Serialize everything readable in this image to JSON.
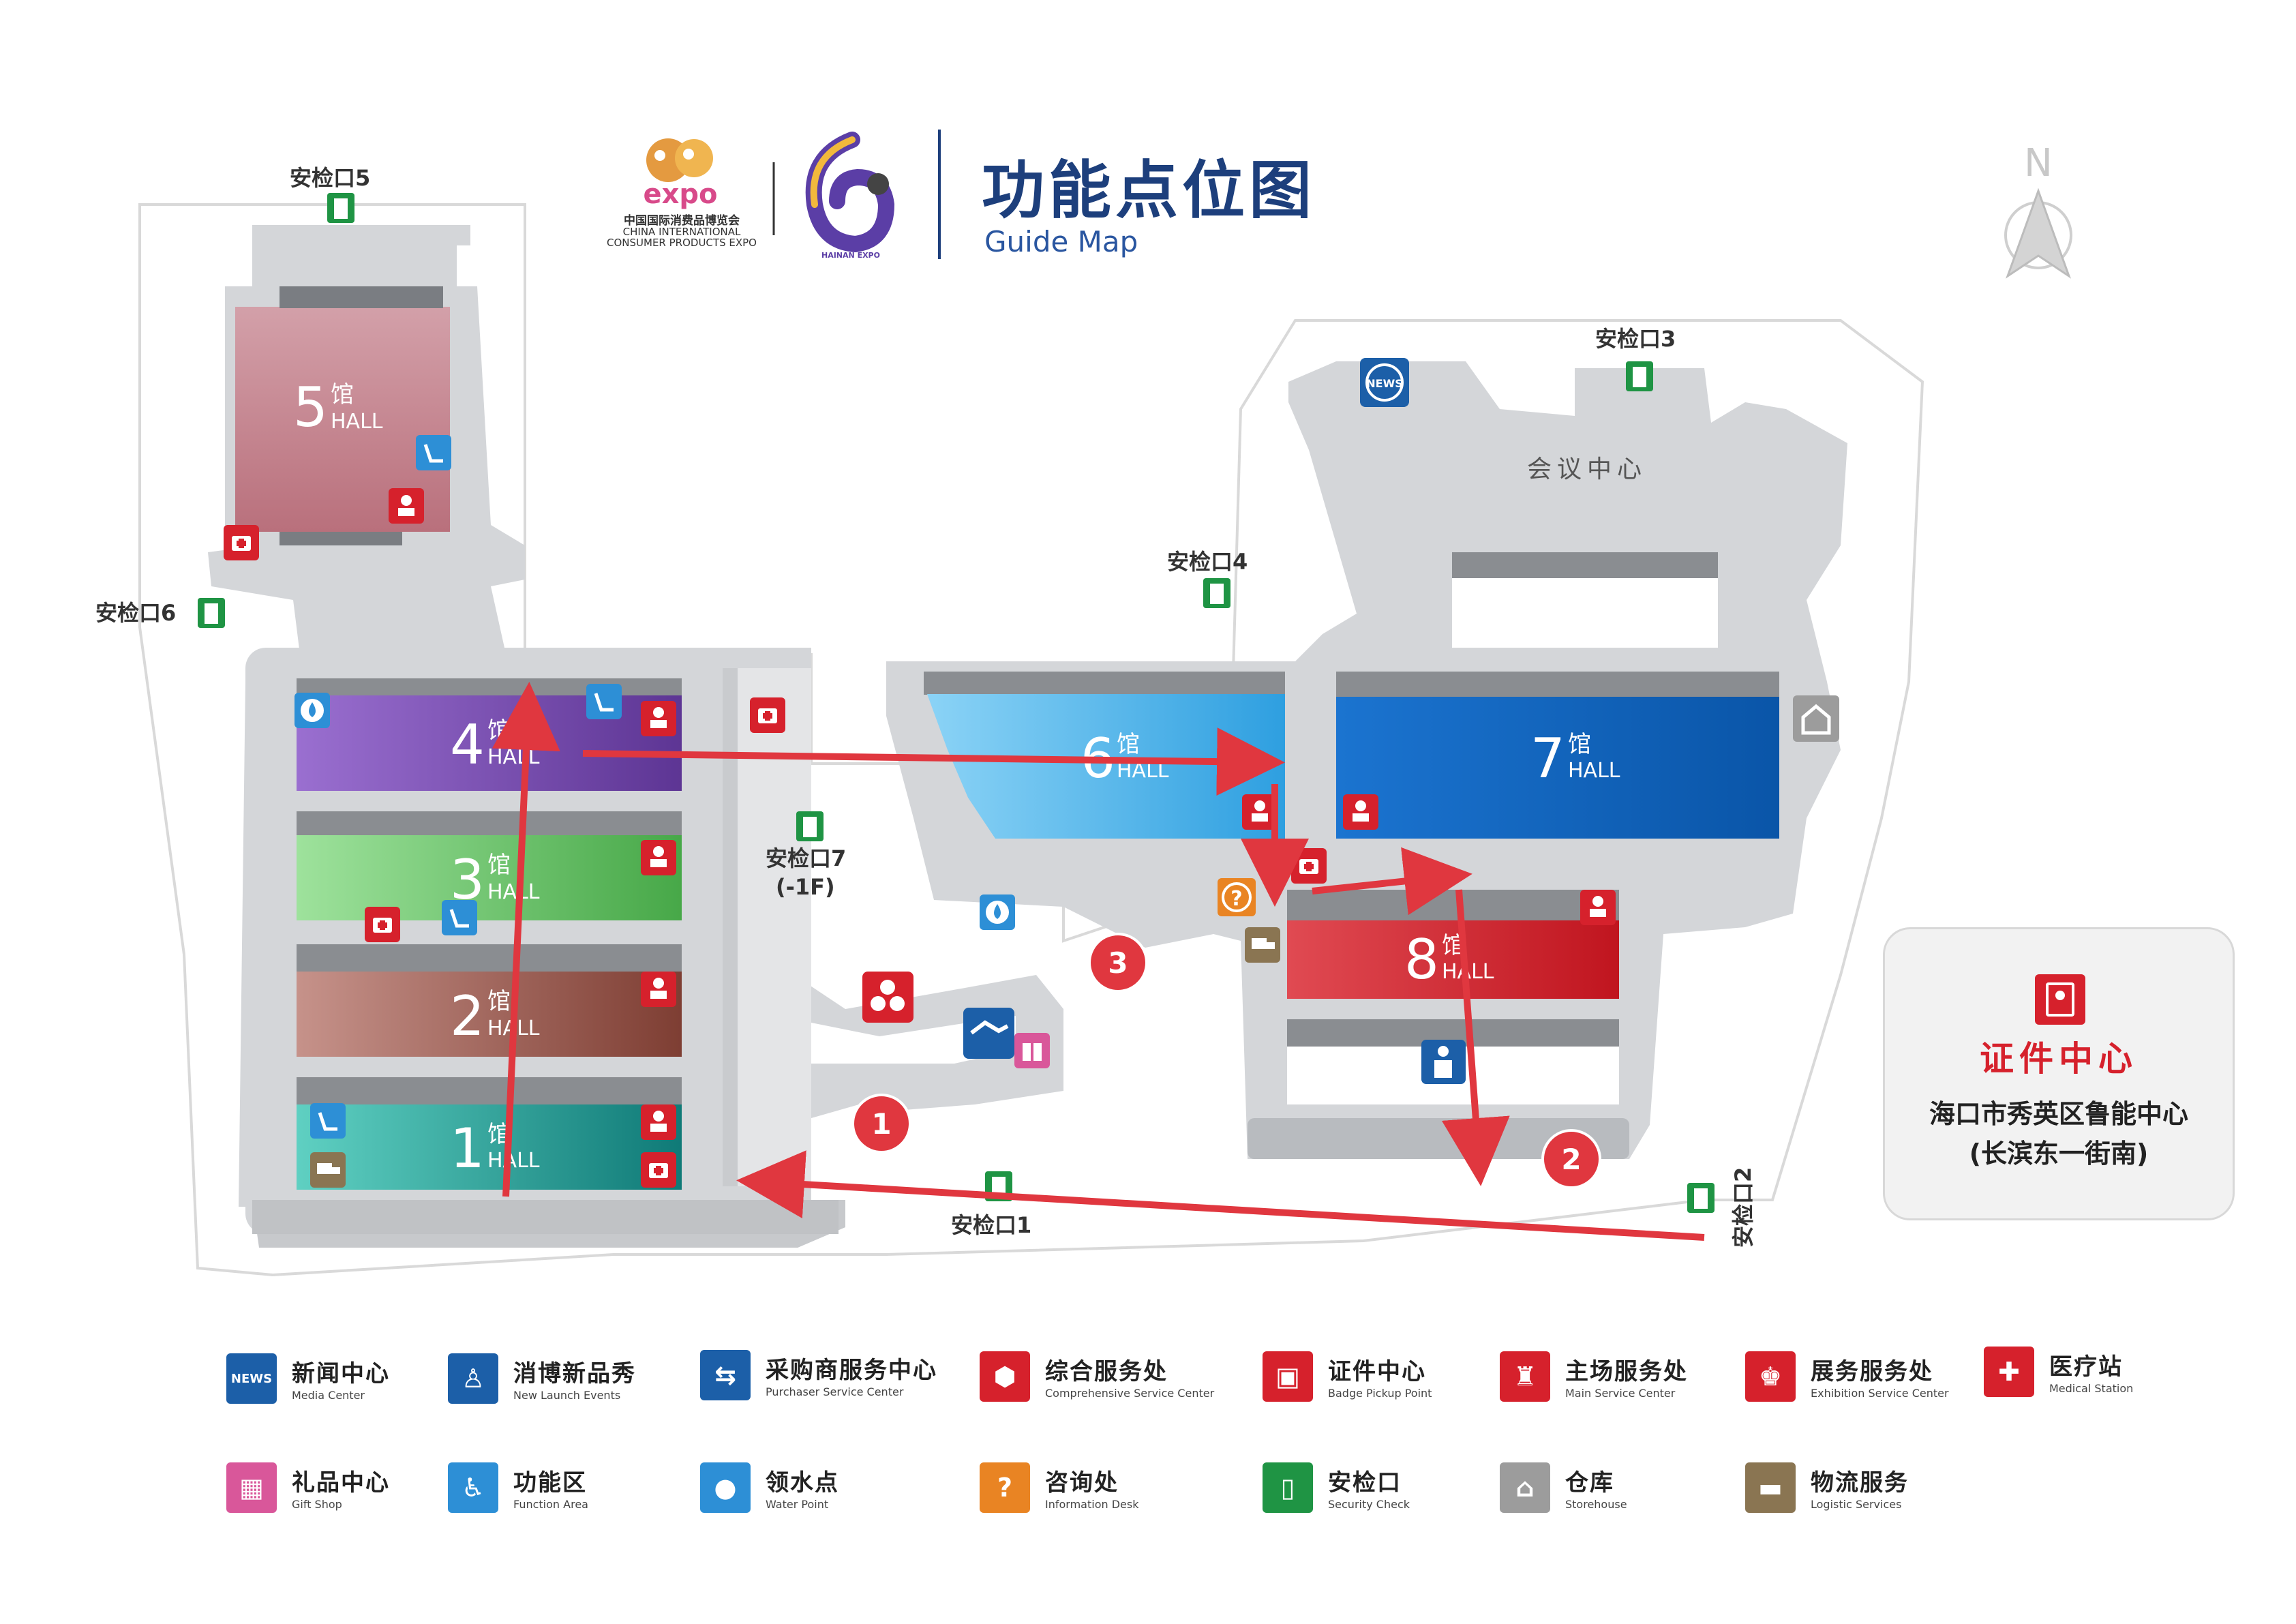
{
  "header": {
    "title_zh": "功能点位图",
    "title_en": "Guide Map",
    "expo_logo_text": "expo",
    "expo_name_zh": "中国国际消费品博览会",
    "expo_name_en_1": "CHINA INTERNATIONAL",
    "expo_name_en_2": "CONSUMER PRODUCTS EXPO",
    "mascot_logo_text": "HAINAN EXPO",
    "north": "N"
  },
  "halls": [
    {
      "num": "5",
      "zh": "馆",
      "en": "HALL",
      "color": "#c98c97"
    },
    {
      "num": "4",
      "zh": "馆",
      "en": "HALL",
      "color": "#7b4fb6"
    },
    {
      "num": "3",
      "zh": "馆",
      "en": "HALL",
      "color": "#5cb85c"
    },
    {
      "num": "2",
      "zh": "馆",
      "en": "HALL",
      "color": "#935d4e"
    },
    {
      "num": "1",
      "zh": "馆",
      "en": "HALL",
      "color": "#22978f"
    },
    {
      "num": "6",
      "zh": "馆",
      "en": "HALL",
      "color": "#5db9ea"
    },
    {
      "num": "7",
      "zh": "馆",
      "en": "HALL",
      "color": "#1468c4"
    },
    {
      "num": "8",
      "zh": "馆",
      "en": "HALL",
      "color": "#cf2a33"
    }
  ],
  "places": {
    "conference": "会议中心"
  },
  "gates": {
    "g1": "安检口1",
    "g2": "安检口2",
    "g3": "安检口3",
    "g4": "安检口4",
    "g5": "安检口5",
    "g6": "安检口6",
    "g7": "安检口7",
    "g7_floor": "(-1F)"
  },
  "markers": [
    "1",
    "2",
    "3"
  ],
  "certificate_center": {
    "title": "证件中心",
    "address_1": "海口市秀英区鲁能中心",
    "address_2": "(长滨东一街南)"
  },
  "legend": [
    {
      "zh": "新闻中心",
      "en": "Media Center",
      "icon": "news-icon",
      "color": "#1c5fa8"
    },
    {
      "zh": "消博新品秀",
      "en": "New Launch Events",
      "icon": "podium-icon",
      "color": "#1c5fa8"
    },
    {
      "zh": "采购商服务中心",
      "en": "Purchaser Service Center",
      "icon": "handshake-icon",
      "color": "#1c5fa8"
    },
    {
      "zh": "综合服务处",
      "en": "Comprehensive Service Center",
      "icon": "hexagons-icon",
      "color": "#d6212c"
    },
    {
      "zh": "证件中心",
      "en": "Badge Pickup Point",
      "icon": "badge-icon",
      "color": "#d6212c"
    },
    {
      "zh": "主场服务处",
      "en": "Main Service Center",
      "icon": "main-service-icon",
      "color": "#d6212c"
    },
    {
      "zh": "展务服务处",
      "en": "Exhibition Service Center",
      "icon": "exhibition-service-icon",
      "color": "#d6212c"
    },
    {
      "zh": "医疗站",
      "en": "Medical Station",
      "icon": "medical-icon",
      "color": "#d6212c"
    },
    {
      "zh": "礼品中心",
      "en": "Gift Shop",
      "icon": "gift-icon",
      "color": "#d9579a"
    },
    {
      "zh": "功能区",
      "en": "Function Area",
      "icon": "seat-icon",
      "color": "#2d8fd6"
    },
    {
      "zh": "领水点",
      "en": "Water Point",
      "icon": "water-icon",
      "color": "#2d8fd6"
    },
    {
      "zh": "咨询处",
      "en": "Information Desk",
      "icon": "question-icon",
      "color": "#e98423"
    },
    {
      "zh": "安检口",
      "en": "Security Check",
      "icon": "security-door-icon",
      "color": "#1f9444"
    },
    {
      "zh": "仓库",
      "en": "Storehouse",
      "icon": "storehouse-icon",
      "color": "#9c9c9c"
    },
    {
      "zh": "物流服务",
      "en": "Logistic Services",
      "icon": "truck-icon",
      "color": "#8a7552"
    }
  ]
}
